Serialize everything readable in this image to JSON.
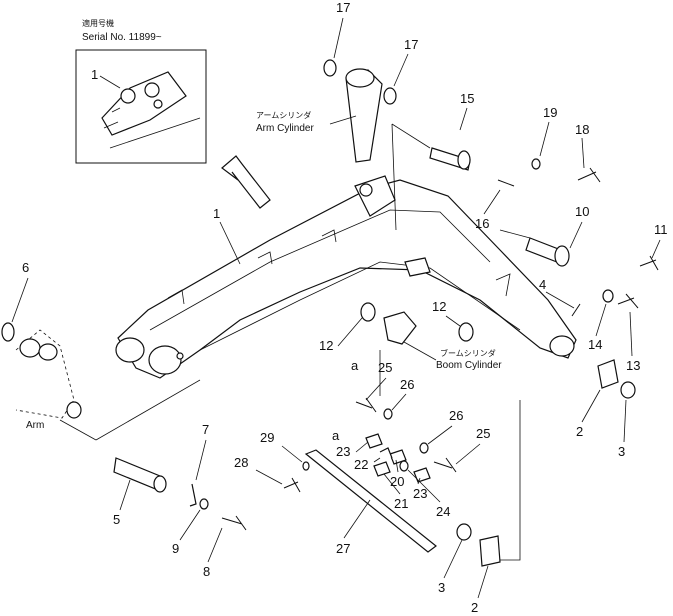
{
  "inset": {
    "jp_title": "適用号機",
    "serial_label": "Serial No. 11899~",
    "callout": "1"
  },
  "arm_cylinder": {
    "jp": "アームシリンダ",
    "en": "Arm Cylinder"
  },
  "boom_cylinder": {
    "jp": "ブームシリンダ",
    "en": "Boom Cylinder"
  },
  "arm_label": "Arm",
  "ref_marker": "a",
  "callouts": [
    "1",
    "2",
    "3",
    "4",
    "5",
    "6",
    "7",
    "8",
    "9",
    "10",
    "11",
    "12",
    "13",
    "14",
    "15",
    "16",
    "17",
    "18",
    "19",
    "20",
    "21",
    "22",
    "23",
    "24",
    "25",
    "26",
    "27",
    "28",
    "29"
  ]
}
